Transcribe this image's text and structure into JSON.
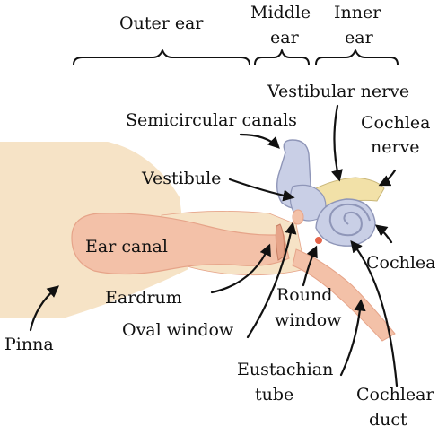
{
  "sections": {
    "outer": "Outer ear",
    "middle_line1": "Middle",
    "middle_line2": "ear",
    "inner_line1": "Inner",
    "inner_line2": "ear"
  },
  "labels": {
    "vestibular_nerve": "Vestibular nerve",
    "semicircular_canals": "Semicircular canals",
    "cochlea_nerve_line1": "Cochlea",
    "cochlea_nerve_line2": "nerve",
    "vestibule": "Vestibule",
    "ear_canal": "Ear canal",
    "cochlea": "Cochlea",
    "eardrum": "Eardrum",
    "round_window_line1": "Round",
    "round_window_line2": "window",
    "oval_window": "Oval window",
    "pinna": "Pinna",
    "eustachian_line1": "Eustachian",
    "eustachian_line2": "tube",
    "cochlear_duct_line1": "Cochlear",
    "cochlear_duct_line2": "duct"
  },
  "colors": {
    "skin": "#f6e3c6",
    "canal": "#f3c1a8",
    "canal_edge": "#e6a489",
    "inner_ear": "#c9cfe6",
    "inner_ear_edge": "#8f96b8",
    "nerve": "#f2e1a8",
    "round_window": "#e4644a"
  }
}
